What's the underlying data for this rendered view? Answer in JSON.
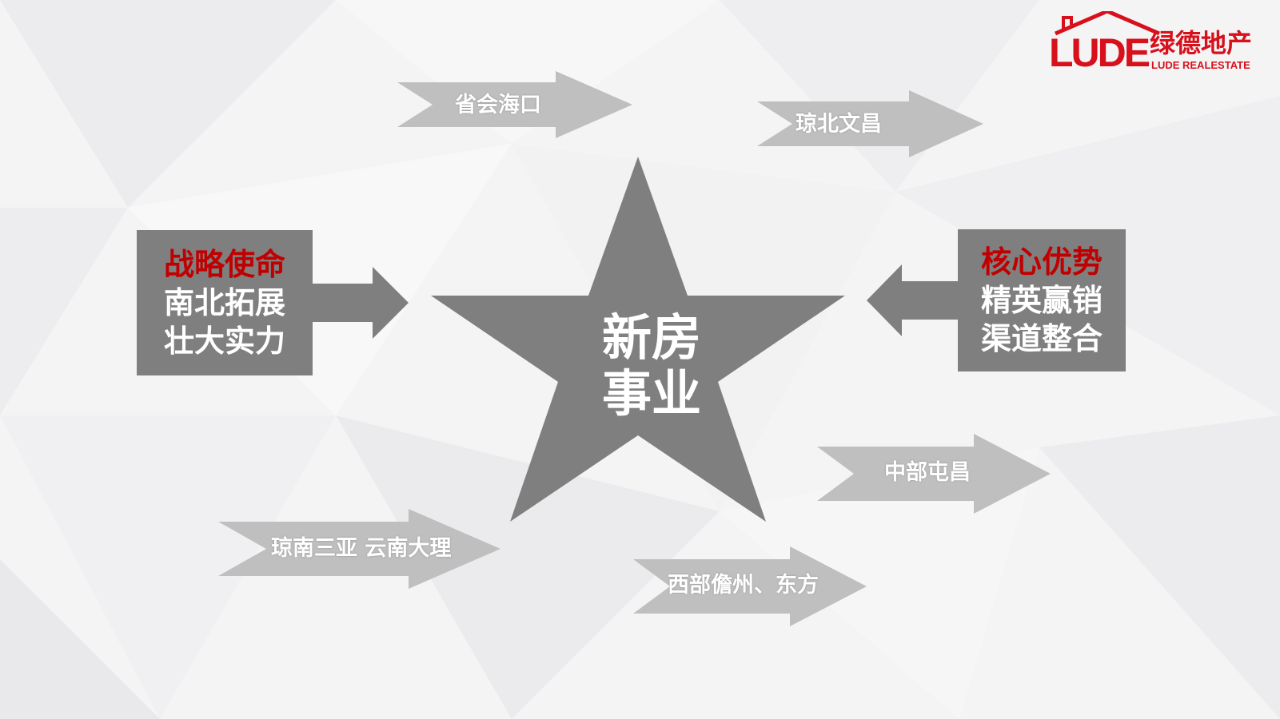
{
  "logo": {
    "mark_text": "LUDE",
    "name_cn": "绿德地产",
    "name_en": "LUDE REALESTATE",
    "color": "#d7101c"
  },
  "center": {
    "line1": "新房",
    "line2": "事业",
    "star_color": "#7f7f7f"
  },
  "left_box": {
    "highlight": "战略使命",
    "line2": "南北拓展",
    "line3": "壮大实力"
  },
  "right_box": {
    "highlight": "核心优势",
    "line2": "精英赢销",
    "line3": "渠道整合"
  },
  "regions": {
    "haikou": "省会海口",
    "wenchang": "琼北文昌",
    "tunchang": "中部屯昌",
    "sanya_dali": "琼南三亚 云南大理",
    "danzhou_dongfang": "西部儋州、东方"
  },
  "colors": {
    "box_gray": "#7f7f7f",
    "arrow_gray": "#bfbfbf",
    "highlight_red": "#c00000",
    "text_white": "#ffffff"
  }
}
